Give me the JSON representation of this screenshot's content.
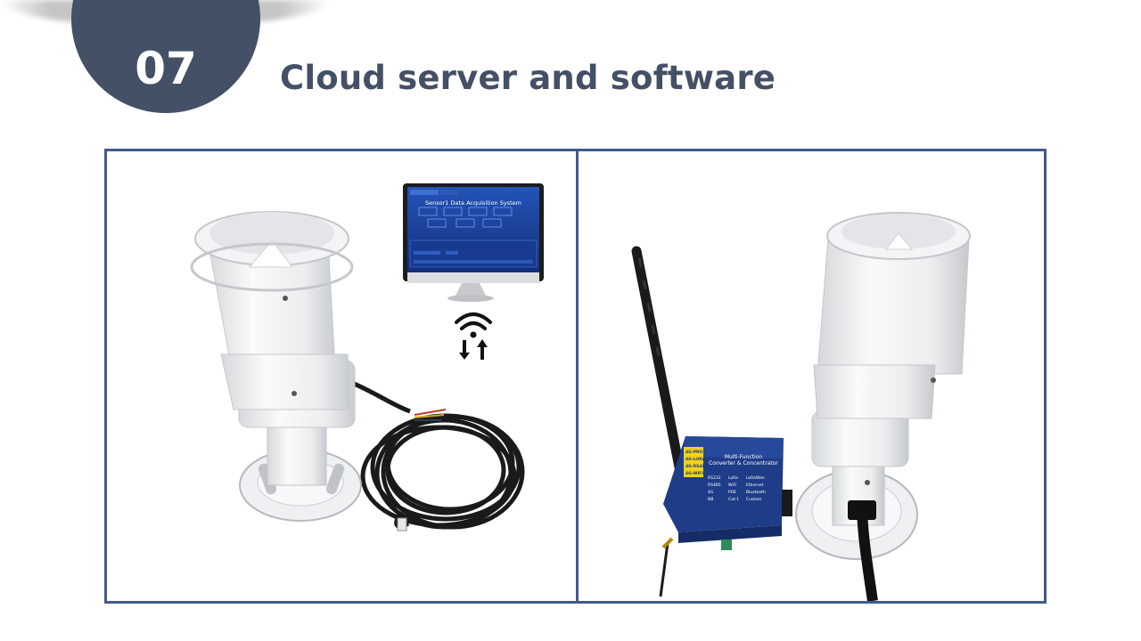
{
  "slide": {
    "number": "07",
    "title": "Cloud server and software"
  },
  "monitor": {
    "screen_title": "Sensor1 Data Acquisition System"
  },
  "converter": {
    "label_line1": "Multi-Function",
    "label_line2": "Converter & Concentrator",
    "tags": [
      "4G-PRO",
      "4G-LORA",
      "4G-RS485",
      "4G-WIFI"
    ],
    "options": [
      "RS232",
      "LoRa",
      "LoRaWan",
      "RS485",
      "WiFi",
      "Ethernet",
      "4G",
      "POE",
      "Bluetooth",
      "NB",
      "Cat-1",
      "Custom"
    ]
  },
  "colors": {
    "badge": "#435066",
    "title": "#435066",
    "panel_border": "#3f5a8c",
    "screen_bg": "#1a3b8f",
    "device_body": "#1f3f8f"
  }
}
